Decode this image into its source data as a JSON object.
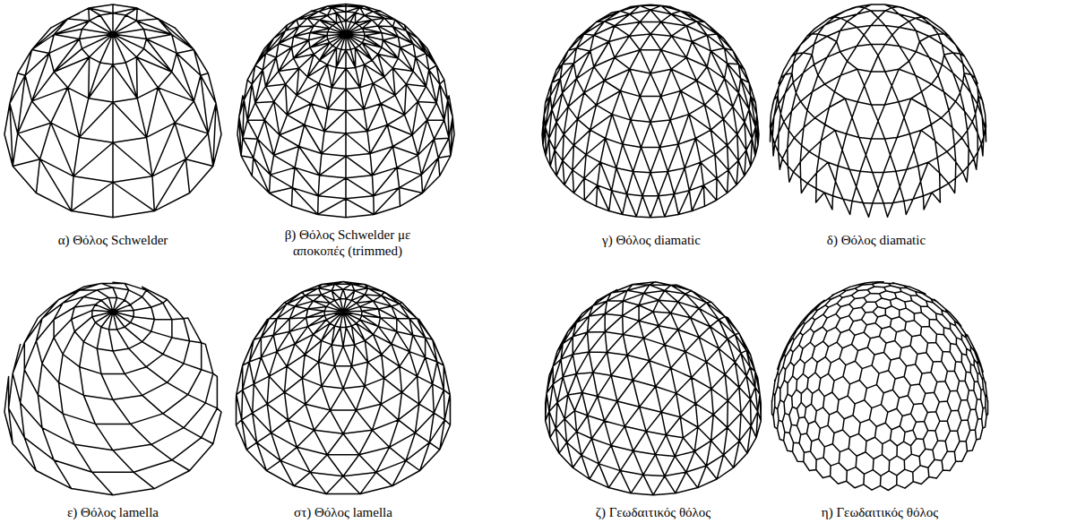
{
  "diagram": {
    "labels": [
      "α) Θόλος Schwelder",
      "β) Θόλος Schwelder με αποκοπές (trimmed)",
      "γ) Θόλος diamatic",
      "δ) Θόλος diamatic",
      "ε) Θόλος lamella",
      "στ) Θόλος lamella",
      "ζ) Γεωδαιτικός θόλος",
      "η) Γεωδαιτικός θόλος"
    ]
  }
}
